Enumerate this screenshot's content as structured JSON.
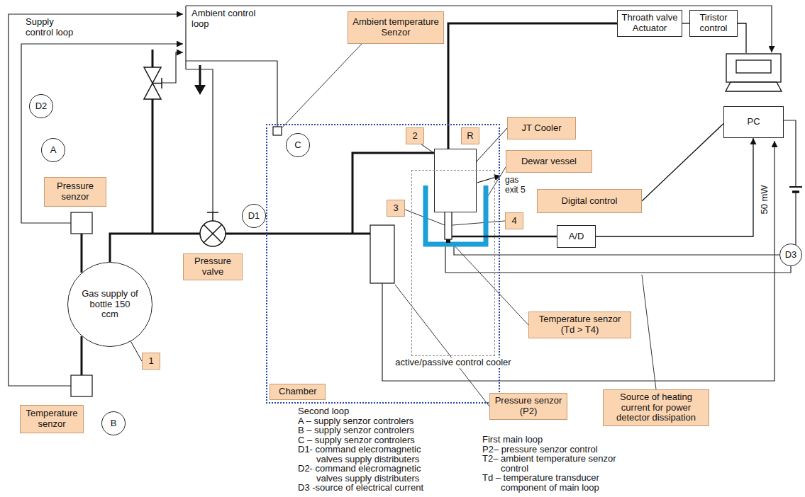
{
  "diagram": {
    "nodes": [
      {
        "text": [
          "Ambient temperature Senzor"
        ]
      },
      {
        "text": [
          "Throath valve Actuator"
        ]
      },
      {
        "text": [
          "Tiristor control"
        ]
      },
      {
        "text": [
          "PC"
        ]
      },
      {
        "text": [
          "D2"
        ]
      },
      {
        "text": [
          "A"
        ]
      },
      {
        "text": [
          "Pressure senzor"
        ]
      },
      {
        "text": [
          "Chamber"
        ]
      },
      {
        "text": [
          "C"
        ],
        "in": 7
      },
      {
        "text": [
          "2"
        ],
        "in": 7
      },
      {
        "text": [
          "R"
        ],
        "in": 7
      },
      {
        "text": [
          "JT Cooler"
        ]
      },
      {
        "text": [
          "Dewar vessel"
        ]
      },
      {
        "text": [
          "Digital control"
        ]
      },
      {
        "text": [
          "D1"
        ]
      },
      {
        "text": [
          "3"
        ],
        "in": 7
      },
      {
        "text": [
          "4"
        ]
      },
      {
        "text": [
          "A/D"
        ]
      },
      {
        "text": [
          "D3"
        ]
      },
      {
        "text": [
          "Pressure valve"
        ]
      },
      {
        "text": [
          "Gas supply of bottle 150 ccm"
        ]
      },
      {
        "text": [
          "active/passive control cooler"
        ],
        "in": 7
      },
      {
        "text": [
          "Temperature senzor (Td > T4)"
        ]
      },
      {
        "text": [
          "1"
        ]
      },
      {
        "text": [
          "Source of heating current for power detector dissipation"
        ]
      },
      {
        "text": [
          "Temperature senzor"
        ]
      },
      {
        "text": [
          "B"
        ]
      },
      {
        "text": [
          "Pressure senzor (P2)"
        ]
      }
    ],
    "edges": [
      {
        "from": 1,
        "to": 2,
        "arrow": "none"
      },
      {
        "from": 2,
        "to": 3,
        "arrow": "none"
      },
      {
        "from": 1,
        "to": 10,
        "arrow": "none"
      },
      {
        "from": 17,
        "to": 3,
        "arrow": "to"
      },
      {
        "from": 13,
        "to": 3,
        "arrow": "none"
      },
      {
        "from": 11,
        "to": 10,
        "arrow": "none"
      },
      {
        "from": 9,
        "to": 10,
        "arrow": "none"
      },
      {
        "from": 23,
        "to": 20,
        "arrow": "none"
      }
    ],
    "labels": [
      "Ambient control loop",
      "Supply control loop",
      "gas exit 5",
      "50 mW",
      "Second loop",
      "A – supply senzor controlers",
      "B – supply senzor controlers",
      "C – supply senzor controlers",
      "D1- command elecromagnetic valves supply distributers",
      "D2- command elecromagnetic valves supply distributers",
      "D3 -source of electrical current",
      "First main loop",
      "P2– pressure senzor control",
      "T2– ambient temperature senzor control",
      "Td – temperature transducer component of main loop"
    ]
  }
}
